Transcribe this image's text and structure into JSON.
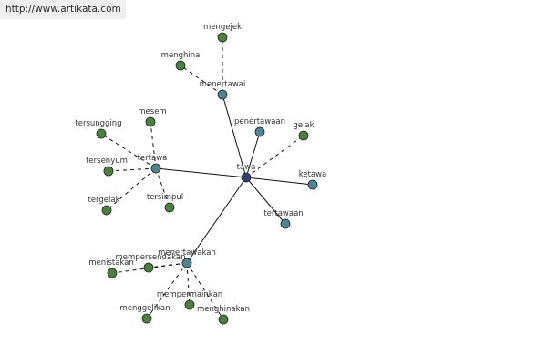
{
  "header": {
    "url": "http://www.artikata.com"
  },
  "colors": {
    "root_node": "#34407a",
    "hub_node": "#4d8593",
    "leaf_node": "#4c8040",
    "node_stroke": "#222222",
    "edge": "#111111"
  },
  "graph": {
    "root": "tawa",
    "nodes": [
      {
        "id": "tawa",
        "label": "tawa",
        "kind": "root"
      },
      {
        "id": "menertawai",
        "label": "menertawai",
        "kind": "hub"
      },
      {
        "id": "tertawa",
        "label": "tertawa",
        "kind": "hub"
      },
      {
        "id": "penertawaan",
        "label": "penertawaan",
        "kind": "hub"
      },
      {
        "id": "ketawa",
        "label": "ketawa",
        "kind": "hub"
      },
      {
        "id": "tertawaan",
        "label": "tertawaan",
        "kind": "hub"
      },
      {
        "id": "menertawakan",
        "label": "menertawakan",
        "kind": "hub"
      },
      {
        "id": "mengejek",
        "label": "mengejek",
        "kind": "leaf"
      },
      {
        "id": "menghina",
        "label": "menghina",
        "kind": "leaf"
      },
      {
        "id": "mesem",
        "label": "mesem",
        "kind": "leaf"
      },
      {
        "id": "tersungging",
        "label": "tersungging",
        "kind": "leaf"
      },
      {
        "id": "tersenyum",
        "label": "tersenyum",
        "kind": "leaf"
      },
      {
        "id": "tergelak",
        "label": "tergelak",
        "kind": "leaf"
      },
      {
        "id": "tersimpul",
        "label": "tersimpul",
        "kind": "leaf"
      },
      {
        "id": "gelak",
        "label": "gelak",
        "kind": "leaf"
      },
      {
        "id": "mempersendakan",
        "label": "mempersendakan",
        "kind": "leaf"
      },
      {
        "id": "menistakan",
        "label": "menistakan",
        "kind": "leaf"
      },
      {
        "id": "mempermainkan",
        "label": "mempermainkan",
        "kind": "leaf"
      },
      {
        "id": "menggelikan",
        "label": "menggelikan",
        "kind": "leaf"
      },
      {
        "id": "menghinakan",
        "label": "menghinakan",
        "kind": "leaf"
      }
    ],
    "edges": [
      {
        "from": "tawa",
        "to": "menertawai",
        "style": "solid"
      },
      {
        "from": "tawa",
        "to": "tertawa",
        "style": "solid"
      },
      {
        "from": "tawa",
        "to": "penertawaan",
        "style": "solid"
      },
      {
        "from": "tawa",
        "to": "ketawa",
        "style": "solid"
      },
      {
        "from": "tawa",
        "to": "tertawaan",
        "style": "solid"
      },
      {
        "from": "tawa",
        "to": "menertawakan",
        "style": "solid"
      },
      {
        "from": "tawa",
        "to": "gelak",
        "style": "dashed"
      },
      {
        "from": "menertawai",
        "to": "mengejek",
        "style": "dashed"
      },
      {
        "from": "menertawai",
        "to": "menghina",
        "style": "dashed"
      },
      {
        "from": "tertawa",
        "to": "mesem",
        "style": "dashed"
      },
      {
        "from": "tertawa",
        "to": "tersungging",
        "style": "dashed"
      },
      {
        "from": "tertawa",
        "to": "tersenyum",
        "style": "dashed"
      },
      {
        "from": "tertawa",
        "to": "tergelak",
        "style": "dashed"
      },
      {
        "from": "tertawa",
        "to": "tersimpul",
        "style": "dashed"
      },
      {
        "from": "menertawakan",
        "to": "mempersendakan",
        "style": "dashed"
      },
      {
        "from": "menertawakan",
        "to": "menistakan",
        "style": "dashed"
      },
      {
        "from": "menertawakan",
        "to": "mempermainkan",
        "style": "dashed"
      },
      {
        "from": "menertawakan",
        "to": "menggelikan",
        "style": "dashed"
      },
      {
        "from": "menertawakan",
        "to": "menghinakan",
        "style": "dashed"
      }
    ]
  }
}
